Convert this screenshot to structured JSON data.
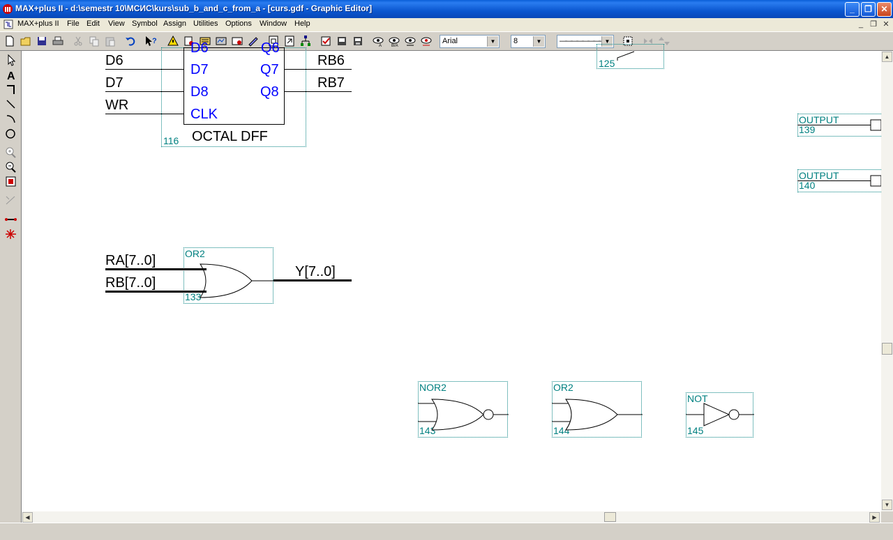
{
  "window": {
    "title": "MAX+plus II - d:\\semestr 10\\МСИС\\kurs\\sub_b_and_c_from_a - [curs.gdf - Graphic Editor]",
    "minimize": "_",
    "restore": "❐",
    "close": "✕"
  },
  "menu": {
    "items": [
      "MAX+plus II",
      "File",
      "Edit",
      "View",
      "Symbol",
      "Assign",
      "Utilities",
      "Options",
      "Window",
      "Help"
    ],
    "mdi_minimize": "_",
    "mdi_restore": "❐",
    "mdi_close": "✕"
  },
  "toolbar": {
    "font": "Arial",
    "font_size": "8",
    "line_style": "————————",
    "dropdown_arrow": "▼"
  },
  "scroll": {
    "up": "▲",
    "down": "▼",
    "left": "◀",
    "right": "▶"
  },
  "schematic": {
    "dff": {
      "inputs": [
        "D6",
        "D7",
        "WR"
      ],
      "outputs": [
        "RB6",
        "RB7"
      ],
      "ports_in": [
        "D6",
        "D7",
        "D8",
        "CLK"
      ],
      "ports_out": [
        "Q6",
        "Q7",
        "Q8"
      ],
      "type": "OCTAL DFF",
      "number": "116"
    },
    "top_symbol_number": "125",
    "outputs": [
      {
        "label": "OUTPUT",
        "number": "139"
      },
      {
        "label": "OUTPUT",
        "number": "140"
      }
    ],
    "or2_main": {
      "type": "OR2",
      "number": "133",
      "in_a": "RA[7..0]",
      "in_b": "RB[7..0]",
      "out": "Y[7..0]"
    },
    "nor2": {
      "type": "NOR2",
      "number": "143"
    },
    "or2_small": {
      "type": "OR2",
      "number": "144"
    },
    "not_gate": {
      "type": "NOT",
      "number": "145"
    }
  },
  "colors": {
    "title_blue": "#0b57d0",
    "port_blue": "#0000ff",
    "symbol_teal": "#008080"
  }
}
